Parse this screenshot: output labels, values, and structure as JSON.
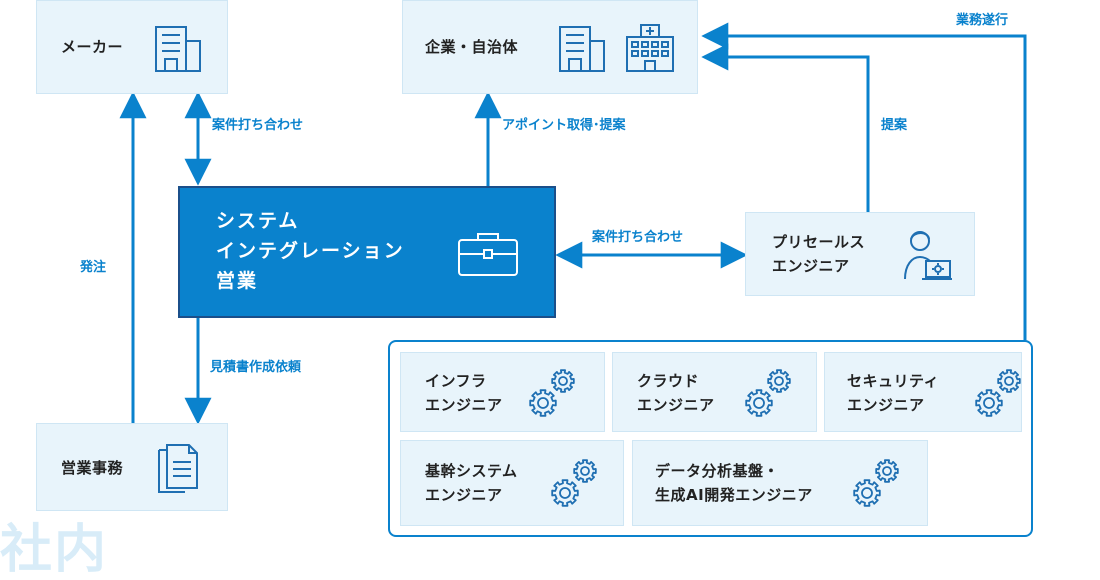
{
  "nodes": {
    "maker": "メーカー",
    "enterprise": "企業・自治体",
    "si_sales": "システム\nインテグレーション\n営業",
    "presales": "プリセールス\nエンジニア",
    "sales_office": "営業事務"
  },
  "engineers": {
    "infra": "インフラ\nエンジニア",
    "cloud": "クラウド\nエンジニア",
    "security": "セキュリティ\nエンジニア",
    "core": "基幹システム\nエンジニア",
    "data_ai": "データ分析基盤・\n生成AI開発エンジニア"
  },
  "edges": {
    "maker_meeting": "案件打ち合わせ",
    "appointment": "アポイント取得･提案",
    "proposal": "提案",
    "execution": "業務遂行",
    "presales_meeting": "案件打ち合わせ",
    "order": "発注",
    "estimate": "見積書作成依頼"
  },
  "watermark": "社内",
  "colors": {
    "accent": "#0a82cd",
    "node_fill": "#e8f4fb",
    "node_border": "#cfe6f4",
    "main_border": "#1b4f8a",
    "watermark": "#d8ecf8"
  },
  "icons": {
    "maker": "building-icon",
    "enterprise": [
      "building-icon",
      "office-building-icon"
    ],
    "si_sales": "briefcase-icon",
    "presales": "person-laptop-icon",
    "sales_office": "documents-icon",
    "engineers": "gears-icon"
  }
}
